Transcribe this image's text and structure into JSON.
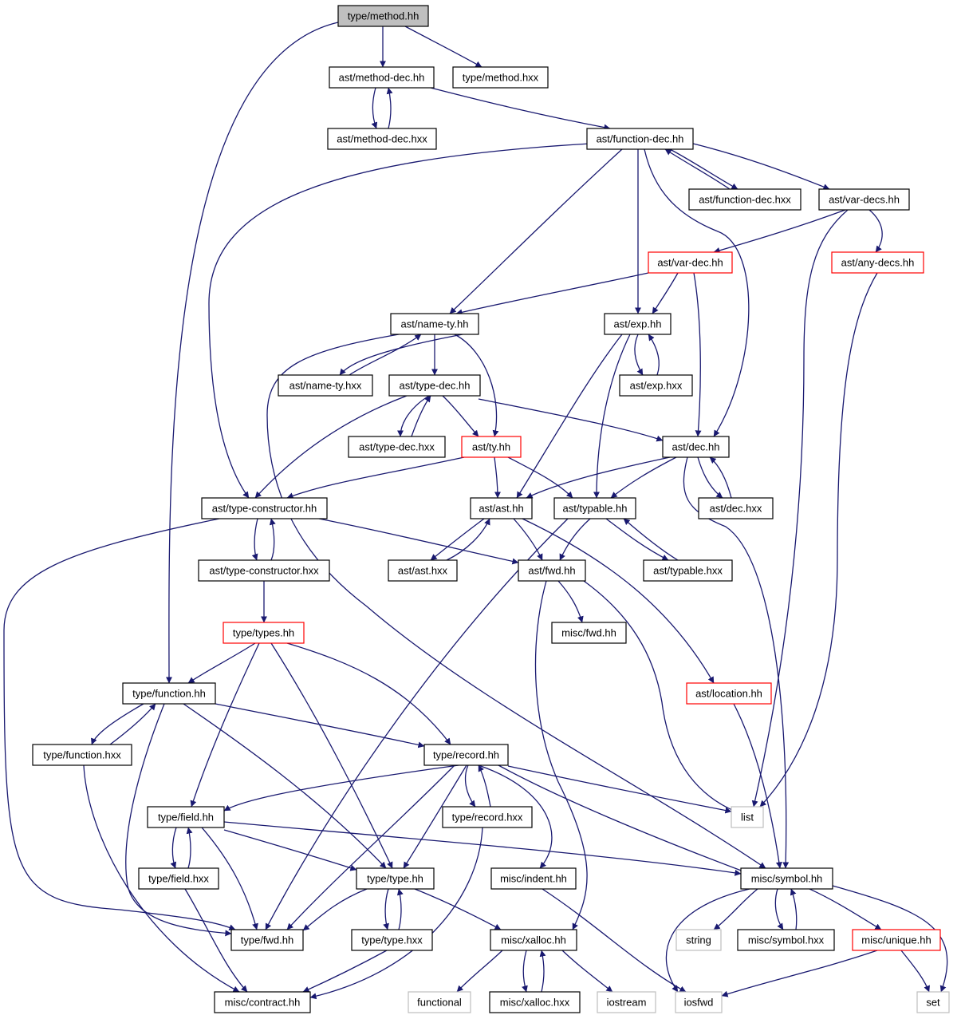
{
  "colors": {
    "edge": "#191970",
    "node_border": "#000000",
    "root_fill": "#bfbfbf",
    "truncated_border": "#ff0000",
    "external_border": "#bfbfbf"
  },
  "nodes": [
    {
      "id": "n0",
      "label": "type/method.hh",
      "kind": "root"
    },
    {
      "id": "n1",
      "label": "ast/method-dec.hh",
      "kind": "normal"
    },
    {
      "id": "n2",
      "label": "type/method.hxx",
      "kind": "normal"
    },
    {
      "id": "n3",
      "label": "ast/method-dec.hxx",
      "kind": "normal"
    },
    {
      "id": "n4",
      "label": "ast/function-dec.hh",
      "kind": "normal"
    },
    {
      "id": "n5",
      "label": "ast/function-dec.hxx",
      "kind": "normal"
    },
    {
      "id": "n6",
      "label": "ast/var-decs.hh",
      "kind": "normal"
    },
    {
      "id": "n7",
      "label": "ast/var-dec.hh",
      "kind": "truncated"
    },
    {
      "id": "n8",
      "label": "ast/any-decs.hh",
      "kind": "truncated"
    },
    {
      "id": "n9",
      "label": "ast/name-ty.hh",
      "kind": "normal"
    },
    {
      "id": "n10",
      "label": "ast/exp.hh",
      "kind": "normal"
    },
    {
      "id": "n11",
      "label": "ast/name-ty.hxx",
      "kind": "normal"
    },
    {
      "id": "n12",
      "label": "ast/type-dec.hh",
      "kind": "normal"
    },
    {
      "id": "n13",
      "label": "ast/exp.hxx",
      "kind": "normal"
    },
    {
      "id": "n14",
      "label": "ast/type-dec.hxx",
      "kind": "normal"
    },
    {
      "id": "n15",
      "label": "ast/ty.hh",
      "kind": "truncated"
    },
    {
      "id": "n16",
      "label": "ast/dec.hh",
      "kind": "normal"
    },
    {
      "id": "n17",
      "label": "ast/type-constructor.hh",
      "kind": "normal"
    },
    {
      "id": "n18",
      "label": "ast/ast.hh",
      "kind": "normal"
    },
    {
      "id": "n19",
      "label": "ast/typable.hh",
      "kind": "normal"
    },
    {
      "id": "n20",
      "label": "ast/dec.hxx",
      "kind": "normal"
    },
    {
      "id": "n21",
      "label": "ast/type-constructor.hxx",
      "kind": "normal"
    },
    {
      "id": "n22",
      "label": "ast/ast.hxx",
      "kind": "normal"
    },
    {
      "id": "n23",
      "label": "ast/fwd.hh",
      "kind": "normal"
    },
    {
      "id": "n24",
      "label": "ast/typable.hxx",
      "kind": "normal"
    },
    {
      "id": "n25",
      "label": "type/types.hh",
      "kind": "truncated"
    },
    {
      "id": "n26",
      "label": "misc/fwd.hh",
      "kind": "normal"
    },
    {
      "id": "n27",
      "label": "type/function.hh",
      "kind": "normal"
    },
    {
      "id": "n28",
      "label": "ast/location.hh",
      "kind": "truncated"
    },
    {
      "id": "n29",
      "label": "type/function.hxx",
      "kind": "normal"
    },
    {
      "id": "n30",
      "label": "type/record.hh",
      "kind": "normal"
    },
    {
      "id": "n31",
      "label": "type/field.hh",
      "kind": "normal"
    },
    {
      "id": "n32",
      "label": "type/record.hxx",
      "kind": "normal"
    },
    {
      "id": "n33",
      "label": "list",
      "kind": "external"
    },
    {
      "id": "n34",
      "label": "type/field.hxx",
      "kind": "normal"
    },
    {
      "id": "n35",
      "label": "type/type.hh",
      "kind": "normal"
    },
    {
      "id": "n36",
      "label": "misc/indent.hh",
      "kind": "normal"
    },
    {
      "id": "n37",
      "label": "misc/symbol.hh",
      "kind": "normal"
    },
    {
      "id": "n38",
      "label": "type/fwd.hh",
      "kind": "normal"
    },
    {
      "id": "n39",
      "label": "type/type.hxx",
      "kind": "normal"
    },
    {
      "id": "n40",
      "label": "misc/xalloc.hh",
      "kind": "normal"
    },
    {
      "id": "n41",
      "label": "string",
      "kind": "external"
    },
    {
      "id": "n42",
      "label": "misc/symbol.hxx",
      "kind": "normal"
    },
    {
      "id": "n43",
      "label": "misc/unique.hh",
      "kind": "truncated"
    },
    {
      "id": "n44",
      "label": "misc/contract.hh",
      "kind": "normal"
    },
    {
      "id": "n45",
      "label": "functional",
      "kind": "external"
    },
    {
      "id": "n46",
      "label": "misc/xalloc.hxx",
      "kind": "normal"
    },
    {
      "id": "n47",
      "label": "iostream",
      "kind": "external"
    },
    {
      "id": "n48",
      "label": "iosfwd",
      "kind": "external"
    },
    {
      "id": "n49",
      "label": "set",
      "kind": "external"
    }
  ]
}
